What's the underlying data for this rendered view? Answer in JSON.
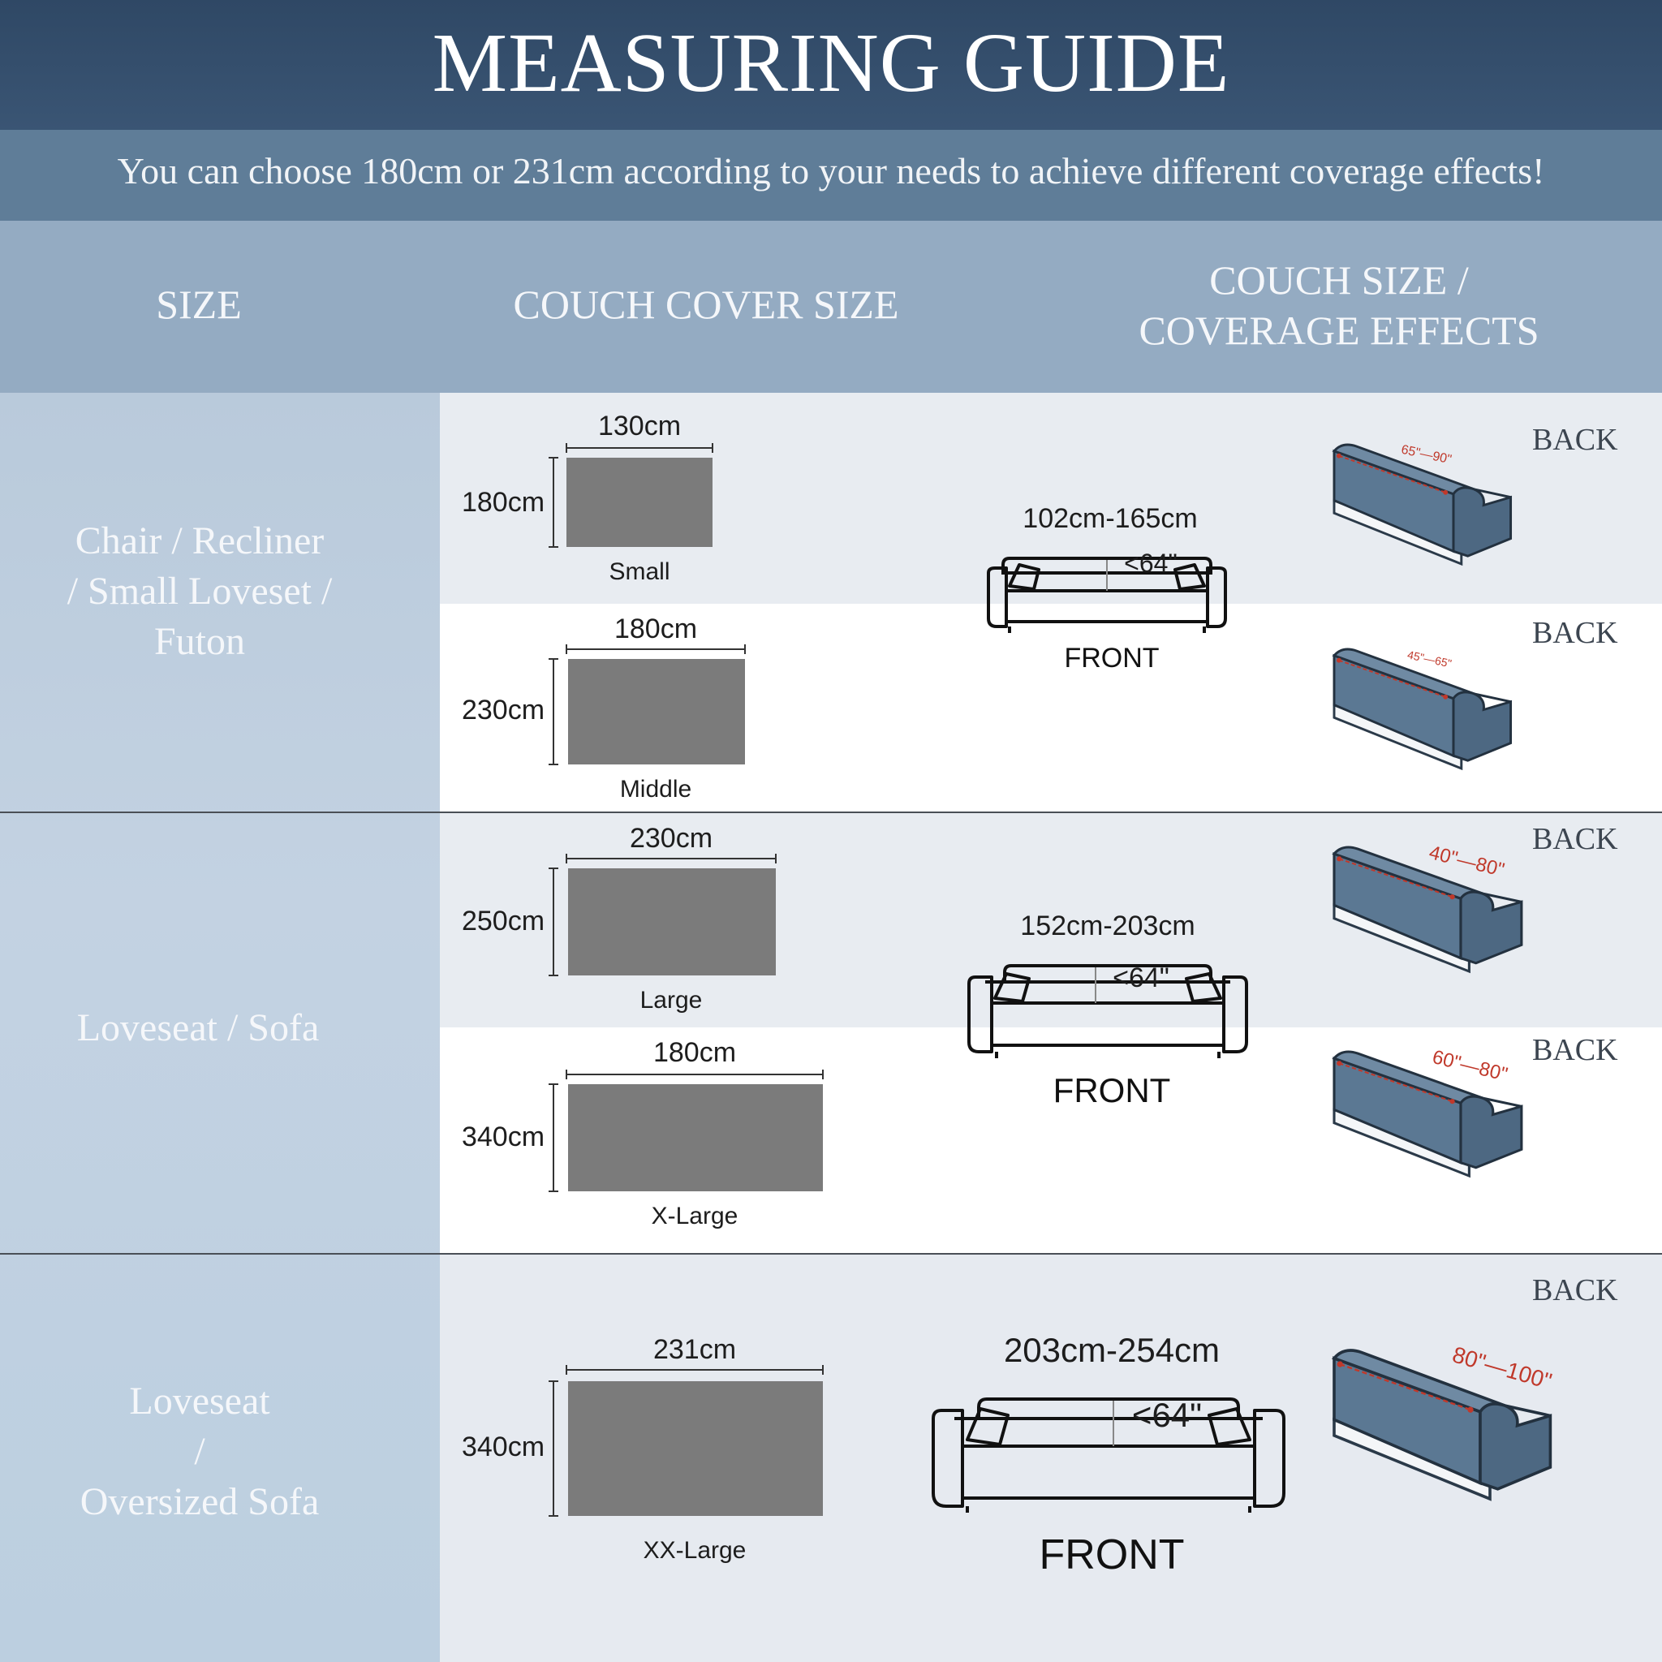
{
  "title": "MEASURING GUIDE",
  "subtitle": "You can choose 180cm or 231cm according to your needs to achieve different coverage effects!",
  "headers": {
    "size": "SIZE",
    "cover": "COUCH COVER SIZE",
    "couch_line1": "COUCH SIZE /",
    "couch_line2": "COVERAGE EFFECTS"
  },
  "categories": [
    {
      "lines": [
        "Chair / Recliner",
        "/ Small Loveset /",
        "Futon"
      ]
    },
    {
      "lines": [
        "Loveseat / Sofa"
      ]
    },
    {
      "lines": [
        "Loveseat",
        "/",
        "Oversized Sofa"
      ]
    }
  ],
  "covers": [
    {
      "width": "130cm",
      "height": "180cm",
      "label": "Small"
    },
    {
      "width": "180cm",
      "height": "230cm",
      "label": "Middle"
    },
    {
      "width": "230cm",
      "height": "250cm",
      "label": "Large"
    },
    {
      "width": "180cm",
      "height": "340cm",
      "label": "X-Large"
    },
    {
      "width": "231cm",
      "height": "340cm",
      "label": "XX-Large"
    }
  ],
  "fronts": [
    {
      "range": "102cm-165cm",
      "height": "<64\"",
      "label": "FRONT"
    },
    {
      "range": "152cm-203cm",
      "height": "<64\"",
      "label": "FRONT"
    },
    {
      "range": "203cm-254cm",
      "height": "<64\"",
      "label": "FRONT"
    }
  ],
  "backs": [
    {
      "label": "BACK",
      "range": "65\"—90\""
    },
    {
      "label": "BACK",
      "range": "45\"—65\""
    },
    {
      "label": "BACK",
      "range": "40\"—80\""
    },
    {
      "label": "BACK",
      "range": "60\"—80\""
    },
    {
      "label": "BACK",
      "range": "80\"—100\""
    }
  ],
  "colors": {
    "navy": "#2f4865",
    "sofa_blue": "#5b7893",
    "cover_gray": "#7b7b7b",
    "measure_red": "#c0392b"
  }
}
